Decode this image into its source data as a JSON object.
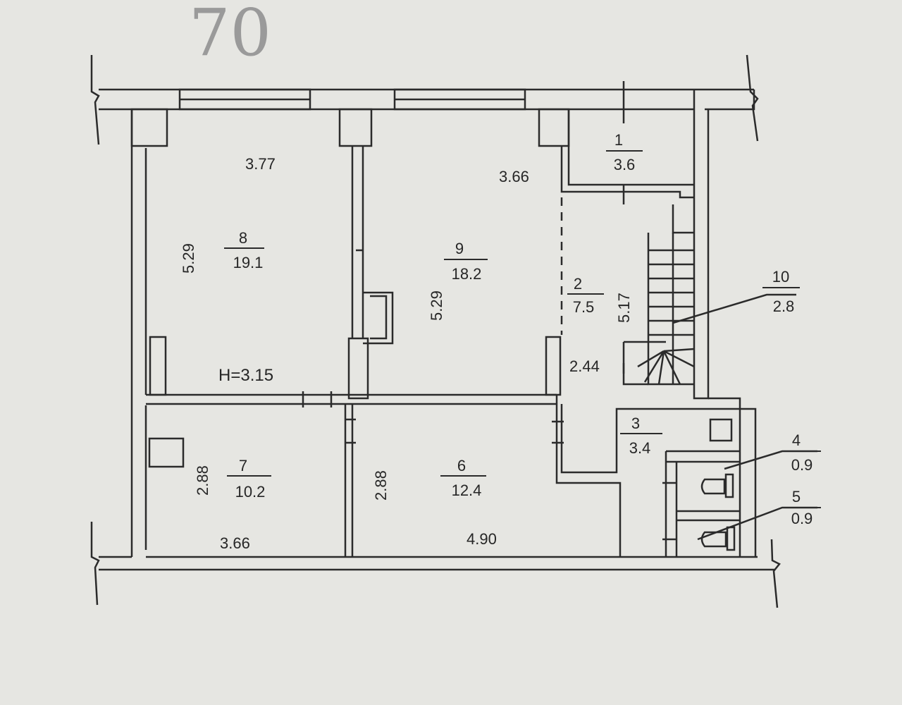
{
  "handwritten_note": "70",
  "ceiling_height": "H=3.15",
  "rooms": [
    {
      "id": "room-1",
      "number": "1",
      "area": "3.6"
    },
    {
      "id": "room-2",
      "number": "2",
      "area": "7.5"
    },
    {
      "id": "room-3",
      "number": "3",
      "area": "3.4"
    },
    {
      "id": "room-4",
      "number": "4",
      "area": "0.9"
    },
    {
      "id": "room-5",
      "number": "5",
      "area": "0.9"
    },
    {
      "id": "room-6",
      "number": "6",
      "area": "12.4"
    },
    {
      "id": "room-7",
      "number": "7",
      "area": "10.2"
    },
    {
      "id": "room-8",
      "number": "8",
      "area": "19.1"
    },
    {
      "id": "room-9",
      "number": "9",
      "area": "18.2"
    },
    {
      "id": "room-10",
      "number": "10",
      "area": "2.8"
    }
  ],
  "dimensions": {
    "room8_width": "3.77",
    "room8_length": "5.29",
    "room9_width": "3.66",
    "room9_length": "5.29",
    "room2_length": "5.17",
    "room2_width": "2.44",
    "room7_width": "3.66",
    "room7_length": "2.88",
    "room6_width": "4.90",
    "room6_length": "2.88"
  }
}
